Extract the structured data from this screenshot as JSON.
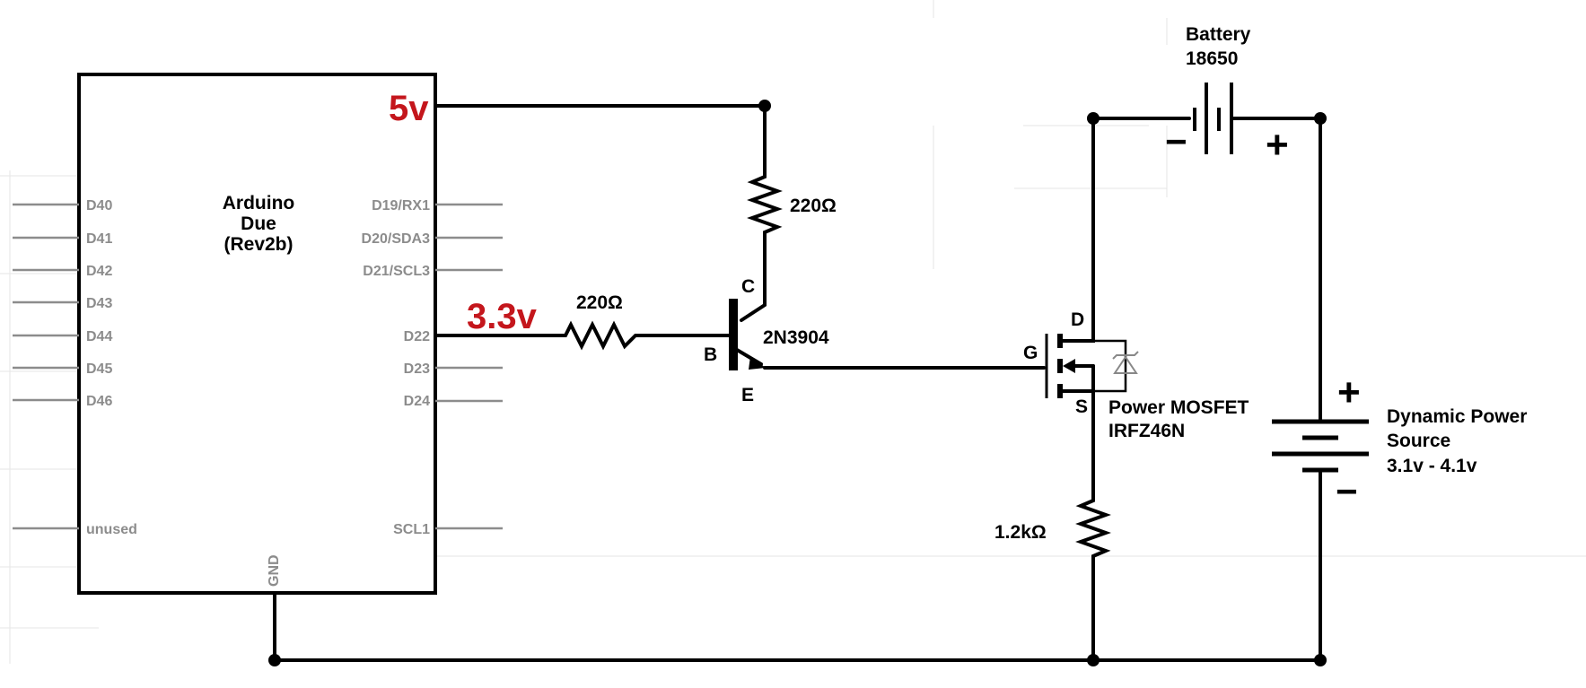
{
  "arduino": {
    "name_line1": "Arduino",
    "name_line2": "Due",
    "name_line3": "(Rev2b)",
    "left_pins": [
      "D40",
      "D41",
      "D42",
      "D43",
      "D44",
      "D45",
      "D46"
    ],
    "right_pins": [
      "D19/RX1",
      "D20/SDA3",
      "D21/SCL3",
      "D22",
      "D23",
      "D24"
    ],
    "unused_label": "unused",
    "scl1_label": "SCL1",
    "gnd_label": "GND"
  },
  "voltages": {
    "five": "5v",
    "three": "3.3v"
  },
  "resistors": {
    "r1": "220Ω",
    "r2": "220Ω",
    "r3": "1.2kΩ"
  },
  "transistor": {
    "part": "2N3904",
    "base": "B",
    "collector": "C",
    "emitter": "E"
  },
  "mosfet": {
    "gate": "G",
    "drain": "D",
    "source": "S",
    "line1": "Power MOSFET",
    "line2": "IRFZ46N"
  },
  "battery": {
    "line1": "Battery",
    "line2": "18650",
    "minus": "−",
    "plus": "+"
  },
  "power_source": {
    "line1": "Dynamic Power",
    "line2": "Source",
    "line3": "3.1v - 4.1v",
    "plus": "+",
    "minus": "−"
  },
  "colors": {
    "wire": "#000000",
    "voltage": "#c4161c",
    "pin": "#8c8c8c",
    "grid": "#e6e6e6"
  }
}
